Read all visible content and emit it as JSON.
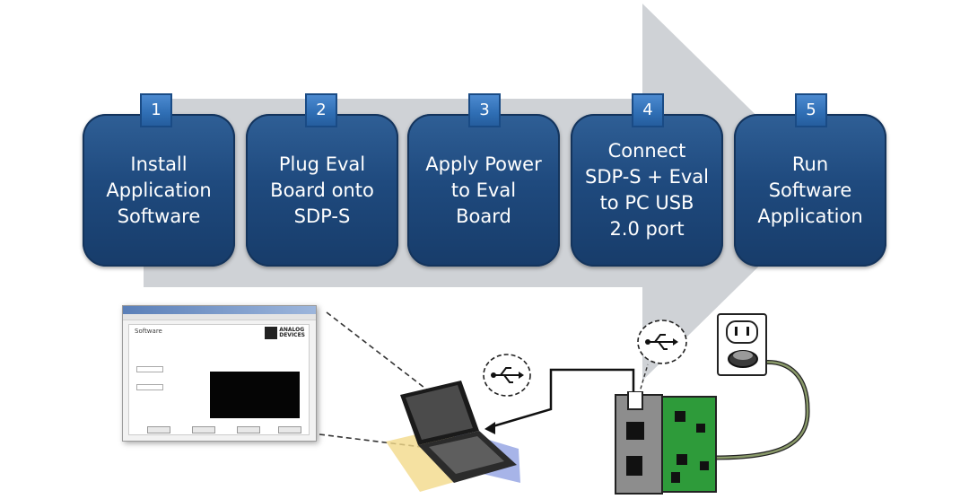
{
  "steps": [
    {
      "number": "1",
      "label": "Install\nApplication\nSoftware"
    },
    {
      "number": "2",
      "label": "Plug Eval\nBoard onto\nSDP-S"
    },
    {
      "number": "3",
      "label": "Apply Power\nto Eval\nBoard"
    },
    {
      "number": "4",
      "label": "Connect\nSDP-S + Eval\nto PC USB\n2.0 port"
    },
    {
      "number": "5",
      "label": "Run\nSoftware\nApplication"
    }
  ],
  "software_window": {
    "app_title": "Software",
    "logo_text": "ANALOG\nDEVICES"
  },
  "colors": {
    "step_box": "#1f4a7e",
    "step_number": "#2f6eb4",
    "arrow": "#cfd2d6",
    "board_green": "#2e9b3a",
    "board_gray": "#8d8d8d"
  },
  "icons": {
    "usb": "usb-icon",
    "laptop": "laptop-icon",
    "outlet": "power-outlet-icon",
    "board": "eval-board-icon"
  }
}
